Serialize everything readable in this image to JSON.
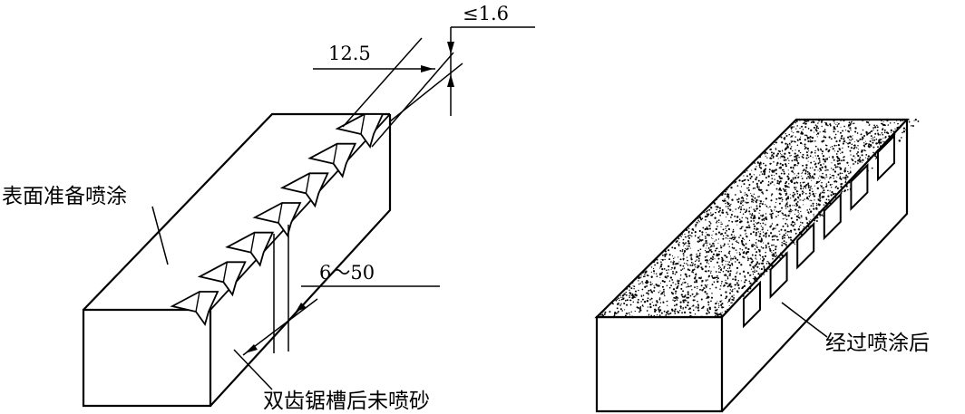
{
  "labels": {
    "surface_prep": "表面准备喷涂",
    "unsprayed": "双齿锯槽后未喷砂",
    "after_spray": "经过喷涂后"
  },
  "dimensions": {
    "pitch": "12.5",
    "max_depth": "≤1.6",
    "spacing": "6～50"
  },
  "colors": {
    "line": "#000000",
    "background": "#ffffff",
    "coating_dots": "#000000"
  }
}
